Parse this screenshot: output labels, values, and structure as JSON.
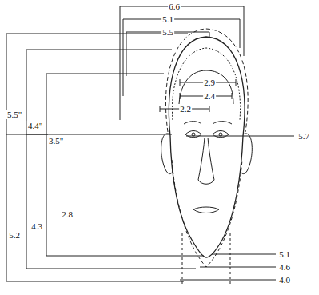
{
  "diagram": {
    "labels": [
      "6.6",
      "5.1",
      "5.5",
      "2.9",
      "2.4",
      "2.2",
      "5.7",
      "5.5\"",
      "4.4\"",
      "3.5\"",
      "2.8",
      "4.3",
      "5.2",
      "5.1",
      "4.6",
      "4.0"
    ]
  }
}
